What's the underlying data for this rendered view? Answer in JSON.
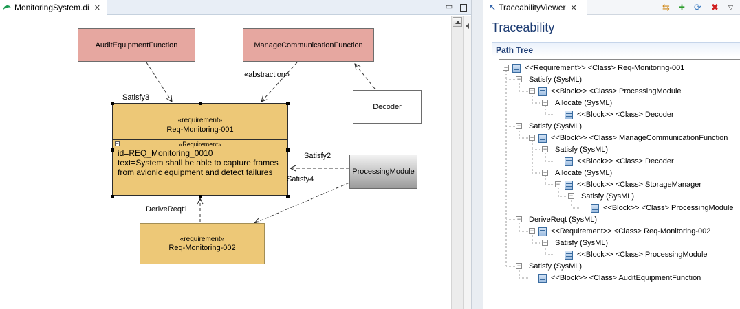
{
  "editor": {
    "tab_title": "MonitoringSystem.di",
    "tab_close": "✕",
    "minimize": "▭",
    "maximize": ""
  },
  "diagram": {
    "nodes": {
      "audit": {
        "label": "AuditEquipmentFunction"
      },
      "manage": {
        "label": "ManageCommunicationFunction"
      },
      "decoder": {
        "label": "Decoder"
      },
      "processing": {
        "label": "ProcessingModule"
      },
      "req1": {
        "stereotype": "«requirement»",
        "name": "Req-Monitoring-001",
        "compartment_stereotype": "«Requirement»",
        "collapse": "−",
        "attributes": [
          "id=REQ_Monitoring_0010",
          "text=System shall be able to capture frames",
          "from avionic equipment and detect failures"
        ]
      },
      "req2": {
        "stereotype": "«requirement»",
        "name": "Req-Monitoring-002"
      }
    },
    "edge_labels": {
      "abstraction": "«abstraction»",
      "satisfy3": "Satisfy3",
      "satisfy2": "Satisfy2",
      "satisfy4": "Satisfy4",
      "derive": "DeriveReqt1"
    }
  },
  "view": {
    "tab_title": "TraceabilityViewer",
    "tab_close": "✕",
    "title": "Traceability",
    "section_title": "Path Tree",
    "toolbar": {
      "link_icon": "⇆",
      "add_icon": "+",
      "refresh_icon": "⟳",
      "delete_icon": "✖",
      "menu_icon": "▽"
    },
    "tree": [
      {
        "text": "<<Requirement>> <Class> Req-Monitoring-001"
      },
      {
        "text": "Satisfy (SysML)"
      },
      {
        "text": "<<Block>> <Class> ProcessingModule"
      },
      {
        "text": "Allocate (SysML)"
      },
      {
        "text": "<<Block>> <Class> Decoder"
      },
      {
        "text": "Satisfy (SysML)"
      },
      {
        "text": "<<Block>> <Class> ManageCommunicationFunction"
      },
      {
        "text": "Satisfy (SysML)"
      },
      {
        "text": "<<Block>> <Class> Decoder"
      },
      {
        "text": "Allocate (SysML)"
      },
      {
        "text": "<<Block>> <Class> StorageManager"
      },
      {
        "text": "Satisfy (SysML)"
      },
      {
        "text": "<<Block>> <Class> ProcessingModule"
      },
      {
        "text": "DeriveReqt (SysML)"
      },
      {
        "text": "<<Requirement>> <Class> Req-Monitoring-002"
      },
      {
        "text": "Satisfy (SysML)"
      },
      {
        "text": "<<Block>> <Class> ProcessingModule"
      },
      {
        "text": "Satisfy (SysML)"
      },
      {
        "text": "<<Block>> <Class> AuditEquipmentFunction"
      }
    ],
    "toggle_symbol": "−"
  }
}
